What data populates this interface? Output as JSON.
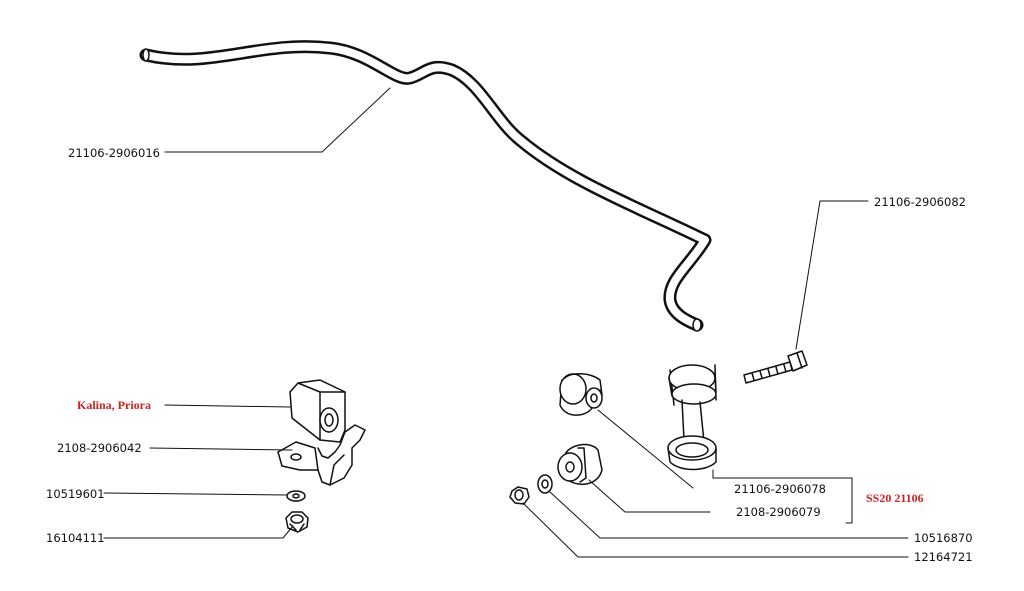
{
  "colors": {
    "line": "#111111",
    "accent_red": "#cc2222",
    "background": "#ffffff"
  },
  "labels": {
    "stabilizer_bar": "21106-2906016",
    "bolt": "21106-2906082",
    "cushion_note": "Kalina, Priora",
    "bracket": "2108-2906042",
    "washer_left": "10519601",
    "nut_left": "16104111",
    "link_rod": "21106-2906078",
    "link_bushing": "2108-2906079",
    "washer_right": "10516870",
    "nut_right": "12164721",
    "kit": "SS20 21106"
  }
}
